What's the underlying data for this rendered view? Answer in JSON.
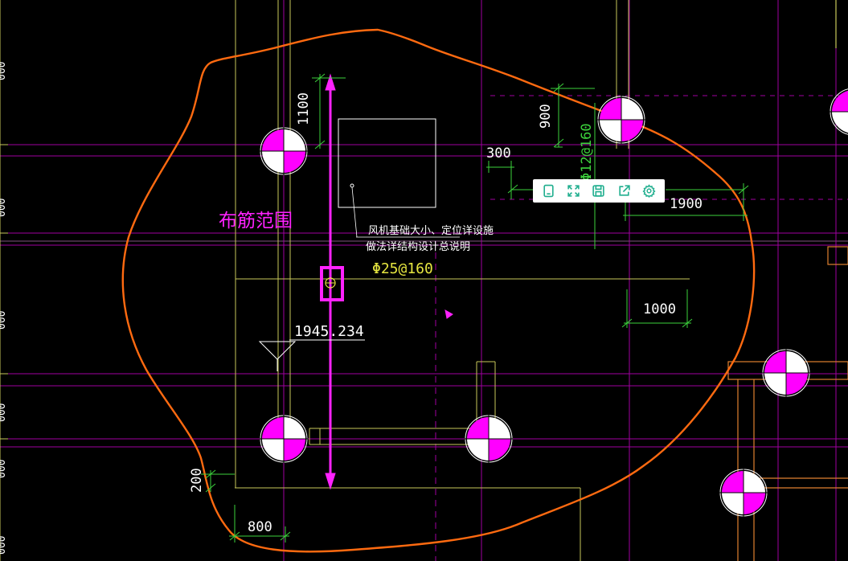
{
  "drawing": {
    "annotation_label": "布筋范围",
    "note_line1": "风机基础大小、定位详设施",
    "note_line2": "做法详结构设计总说明",
    "rebar_main": "Φ25@160",
    "rebar_vertical": "Φ12@160",
    "elevation": "1945.234",
    "dims": {
      "d1100": "1100",
      "d900": "900",
      "d300": "300",
      "d1900": "1900",
      "d1000": "1000",
      "d200": "200",
      "d800": "800"
    },
    "left_edge_numbers": [
      "000",
      "000",
      "000",
      "000",
      "000",
      "000"
    ]
  },
  "toolbar": {
    "buttons": [
      {
        "name": "tablet-icon",
        "action": "view"
      },
      {
        "name": "expand-icon",
        "action": "fullscreen"
      },
      {
        "name": "save-icon",
        "action": "save"
      },
      {
        "name": "share-icon",
        "action": "share"
      },
      {
        "name": "gear-icon",
        "action": "settings"
      }
    ]
  },
  "colors": {
    "background": "#000000",
    "grid_magenta": "#b000b0",
    "grid_yellow": "#c8c85a",
    "orange_cloud": "#ff6a10",
    "dim_green": "#3cd23c",
    "annotation_magenta": "#ff22ff",
    "rebar_yellow": "#e6e640",
    "toolbar_icon": "#1fae8e"
  }
}
